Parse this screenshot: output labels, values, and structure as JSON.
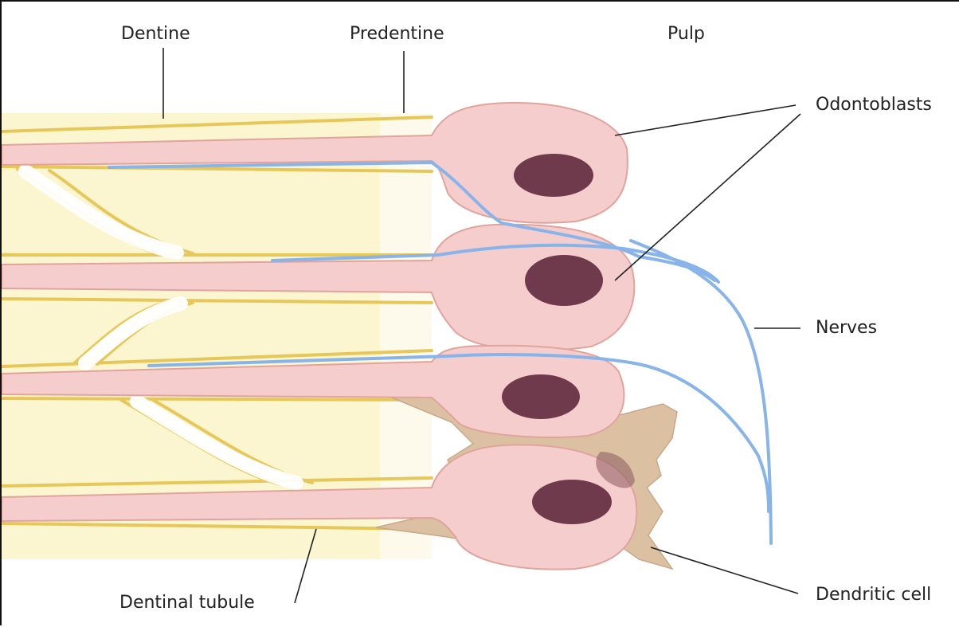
{
  "labels": {
    "dentine": "Dentine",
    "predentine": "Predentine",
    "pulp": "Pulp",
    "odontoblasts": "Odontoblasts",
    "nerves": "Nerves",
    "dendritic_cell": "Dendritic cell",
    "dentinal_tubule": "Dentinal tubule"
  },
  "colors": {
    "dentine_band": "#fbf6cf",
    "tubule_wall": "#e8c75a",
    "cell_fill": "#f5cdcd",
    "cell_outline": "#e0a49c",
    "nucleus": "#6e3a4c",
    "nerve": "#88b4ea",
    "dendritic_cell": "#dcc0a2",
    "leader_line": "#222222"
  }
}
